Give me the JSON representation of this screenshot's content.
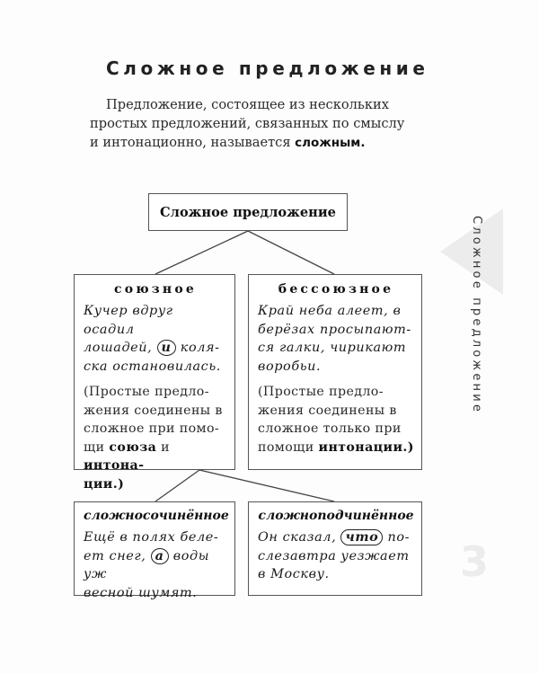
{
  "page": {
    "title": "Сложное предложение",
    "intro": {
      "line1": "Предложение, состоящее из нескольких",
      "line2": "простых предложений, связанных по смыслу",
      "line3_prefix": "и интонационно, называется ",
      "line3_bold": "сложным."
    },
    "side_tab": {
      "label": "Сложное предложение",
      "color": "#ececec"
    },
    "page_number": "3"
  },
  "diagram": {
    "root": {
      "label": "Сложное предложение"
    },
    "soyuznoe": {
      "heading": "союзное",
      "example": {
        "l1": "Кучер вдруг осадил",
        "l2_pre": "лошадей, ",
        "l2_circled": "и",
        "l2_post": " коля-",
        "l3": "ска остановилась."
      },
      "note": {
        "l1": "(Простые предло-",
        "l2": "жения соединены в",
        "l3": "сложное при помо-",
        "l4_pre": "щи ",
        "l4_bold1": "союза",
        "l4_mid": " и ",
        "l4_bold2": "интона-",
        "l5_bold": "ции.)"
      }
    },
    "bessoyuznoe": {
      "heading": "бессоюзное",
      "example": {
        "l1": "Край неба алеет, в",
        "l2": "берёзах просыпают-",
        "l3": "ся галки, чирикают",
        "l4": "воробьи."
      },
      "note": {
        "l1": "(Простые предло-",
        "l2": "жения соединены в",
        "l3": "сложное только при",
        "l4_pre": "помощи ",
        "l4_bold": "интонации.)"
      }
    },
    "slozhnosochinennoe": {
      "heading": "сложносочинённое",
      "example": {
        "l1": "Ещё в полях беле-",
        "l2_pre": "ет снег, ",
        "l2_circled": "а",
        "l2_post": " воды уж",
        "l3": "весной шумят."
      }
    },
    "slozhnopodchinennoe": {
      "heading": "сложноподчинённое",
      "example": {
        "l1_pre": "Он сказал, ",
        "l1_circled": "что",
        "l1_post": " по-",
        "l2": "слезавтра уезжает",
        "l3": "в Москву."
      }
    }
  }
}
